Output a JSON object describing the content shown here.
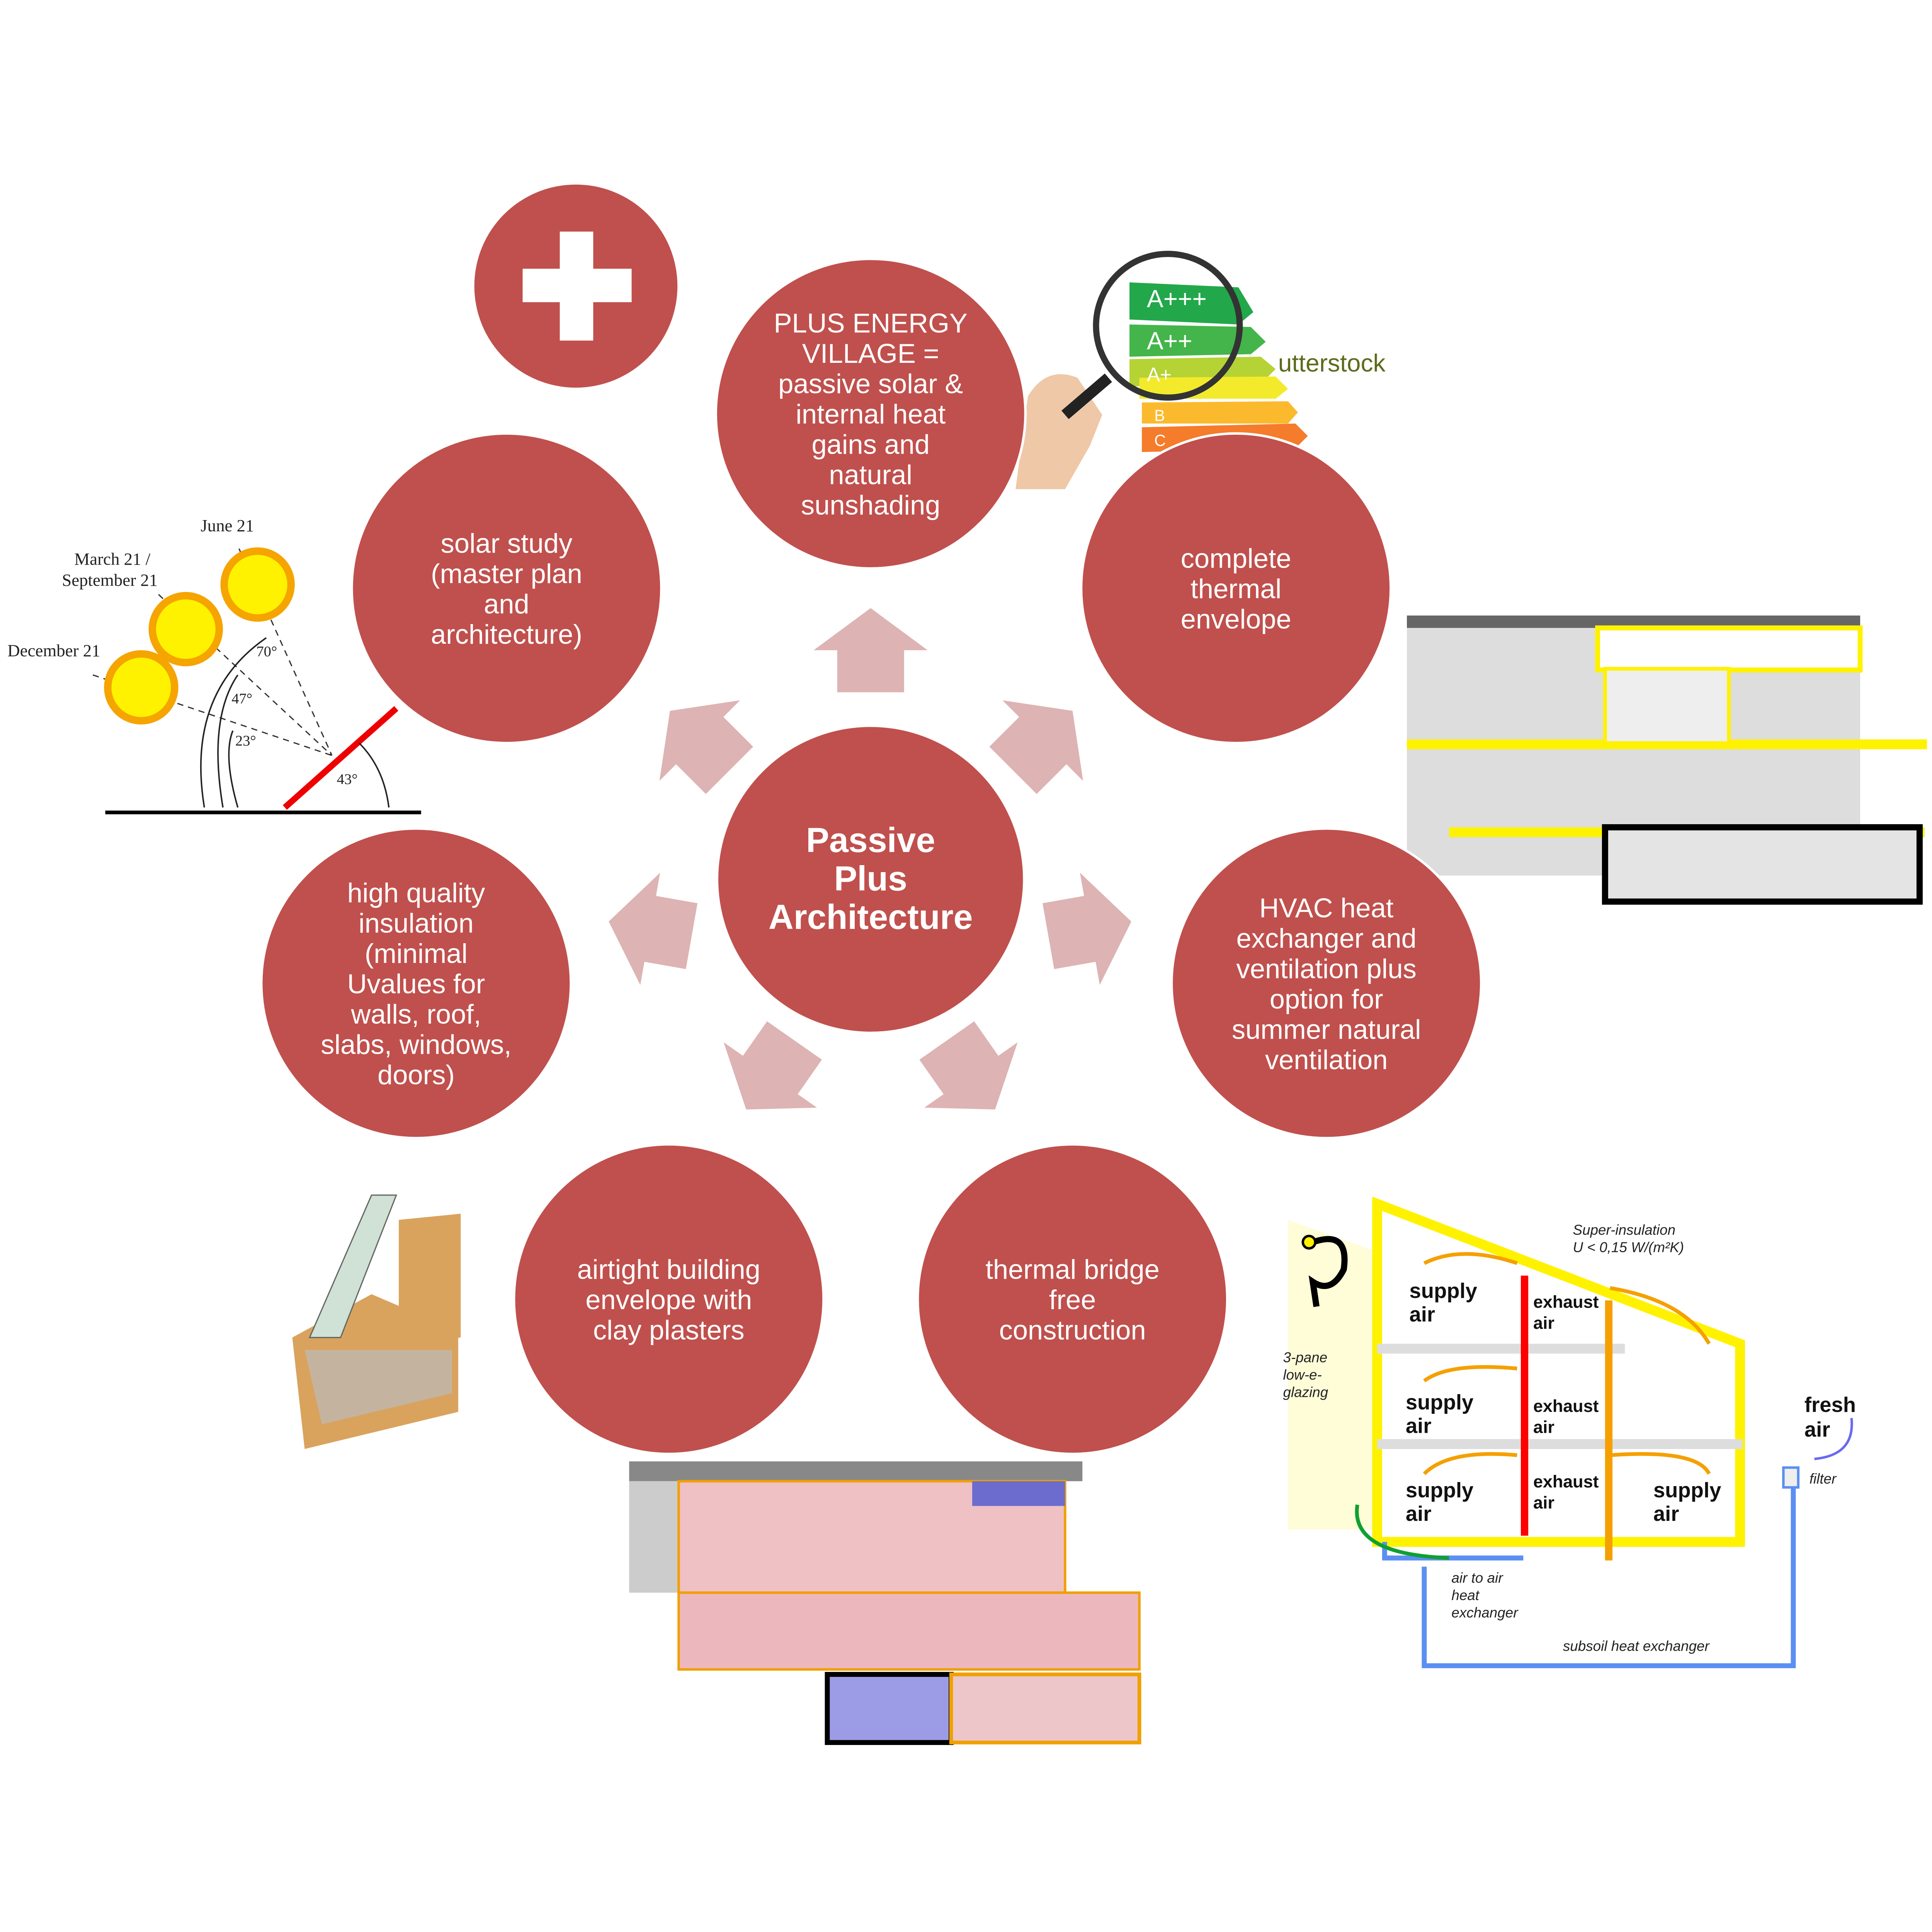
{
  "center": {
    "lines": [
      "Passive",
      "Plus",
      "Architecture"
    ]
  },
  "plus_icon": "plus-icon",
  "nodes": [
    {
      "id": "plus-energy-village",
      "lines": [
        "PLUS ENERGY",
        "VILLAGE =",
        "passive solar &",
        "internal heat",
        "gains and",
        "natural",
        "sunshading"
      ]
    },
    {
      "id": "solar-study",
      "lines": [
        "solar study",
        "(master plan",
        "and",
        "architecture)"
      ]
    },
    {
      "id": "complete-thermal-envelope",
      "lines": [
        "complete",
        "thermal",
        "envelope"
      ]
    },
    {
      "id": "high-quality-insulation",
      "lines": [
        "high quality",
        "insulation",
        "(minimal",
        "Uvalues for",
        "walls, roof,",
        "slabs, windows,",
        "doors)"
      ]
    },
    {
      "id": "hvac",
      "lines": [
        "HVAC heat",
        "exchanger and",
        "ventilation plus",
        "option for",
        "summer natural",
        "ventilation"
      ]
    },
    {
      "id": "airtight-envelope",
      "lines": [
        "airtight building",
        "envelope with",
        "clay plasters"
      ]
    },
    {
      "id": "thermal-bridge-free",
      "lines": [
        "thermal bridge",
        "free",
        "construction"
      ]
    }
  ],
  "solar_diagram": {
    "labels": [
      "June 21",
      "March 21 /",
      "September 21",
      "December 21"
    ],
    "angles": [
      "70°",
      "47°",
      "23°",
      "43°"
    ]
  },
  "energy_label": {
    "classes": [
      "A+++",
      "A++",
      "A+",
      "B",
      "C"
    ],
    "watermark": "utterstock"
  },
  "ventilation_diagram": {
    "supply_air": [
      "supply",
      "air"
    ],
    "exhaust_air": [
      "exhaust",
      "air"
    ],
    "fresh_air": [
      "fresh",
      "air"
    ],
    "super_insulation": [
      "Super-insulation",
      "U < 0,15 W/(m²K)"
    ],
    "glazing": [
      "3-pane",
      "low-e-",
      "glazing"
    ],
    "filter": "filter",
    "heat_exchanger": [
      "air to air",
      "heat",
      "exchanger"
    ],
    "subsoil": "subsoil heat exchanger"
  },
  "colors": {
    "circle": "#C0504D",
    "arrow": "#DDB3B3"
  }
}
